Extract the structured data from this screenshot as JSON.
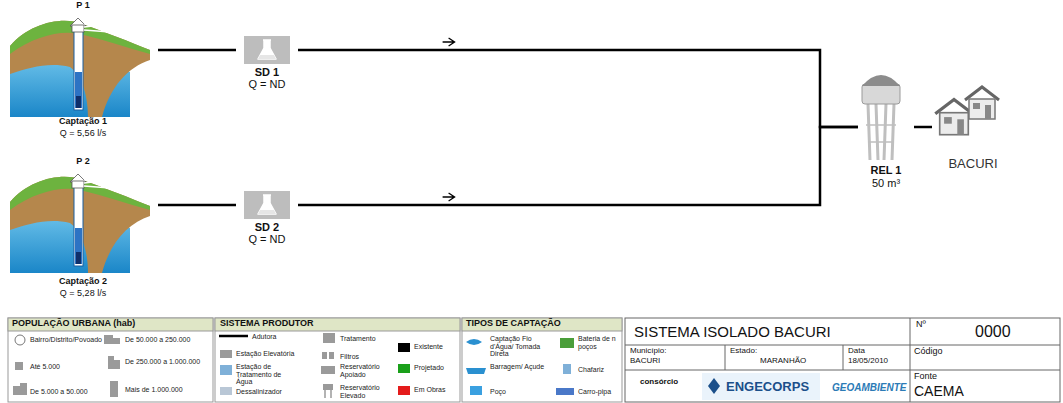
{
  "diagram": {
    "nodes": [
      {
        "text": [
          "P 1",
          "Captação 1",
          "Q = 5,56 l/s"
        ]
      },
      {
        "text": [
          "SD 1",
          "Q = ND"
        ]
      },
      {
        "text": [
          "P 2",
          "Captação 2",
          "Q = 5,28 l/s"
        ]
      },
      {
        "text": [
          "SD 2",
          "Q = ND"
        ]
      },
      {
        "text": [
          "REL 1",
          "50 m³"
        ]
      },
      {
        "text": [
          "BACURI"
        ]
      }
    ],
    "edges": [
      {
        "from": 0,
        "to": 1,
        "arrow": "none"
      },
      {
        "from": 1,
        "to": 4,
        "arrow": "to"
      },
      {
        "from": 2,
        "to": 3,
        "arrow": "none"
      },
      {
        "from": 3,
        "to": 4,
        "arrow": "to"
      },
      {
        "from": 4,
        "to": 5,
        "arrow": "none"
      }
    ],
    "labels": [
      "POPULAÇÃO URBANA (hab)",
      "SISTEMA PRODUTOR",
      "TIPOS DE CAPTAÇÃO",
      "SISTEMA ISOLADO BACURI",
      "Nº",
      "0000",
      "Município:",
      "BACURI",
      "Estado:",
      "MARANHÃO",
      "Data",
      "18/05/2010",
      "Código",
      "consórcio",
      "ENGECORPS",
      "GEOAMBIENTE",
      "Fonte",
      "CAEMA"
    ],
    "legend": [
      {
        "text": "Bairro/Distrito/Povoado"
      },
      {
        "text": "De 50.000 a 250.000"
      },
      {
        "text": "Até 5.000"
      },
      {
        "text": "De 250.000 a 1.000.000"
      },
      {
        "text": "De 5.000 a 50.000"
      },
      {
        "text": "Mais de 1.000.000"
      },
      {
        "text": "Adutora"
      },
      {
        "text": "Tratamento"
      },
      {
        "text": "Existente",
        "color": "#000000"
      },
      {
        "text": "Estação Elevatória"
      },
      {
        "text": "Filtros"
      },
      {
        "text": "Estação de Tratamento de Água"
      },
      {
        "text": "Reservatório Apoiado"
      },
      {
        "text": "Projetado",
        "color": "#1aa01a"
      },
      {
        "text": "Dessalinizador"
      },
      {
        "text": "Reservatório Elevado"
      },
      {
        "text": "Em Obras",
        "color": "#e41b1b"
      },
      {
        "text": "Captação Fio d'Água/ Tomada Direta"
      },
      {
        "text": "Bateria de n poços"
      },
      {
        "text": "Barragem/ Açude"
      },
      {
        "text": "Chafariz"
      },
      {
        "text": "Poço"
      },
      {
        "text": "Carro-pipa"
      }
    ]
  }
}
